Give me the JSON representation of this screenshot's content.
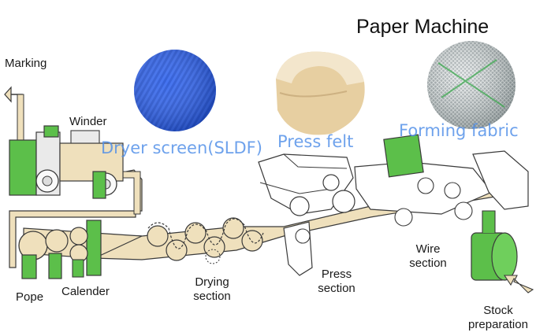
{
  "title": "Paper Machine",
  "fabrics": {
    "dryer": "Dryer screen(SLDF)",
    "press": "Press felt",
    "forming": "Forming fabric"
  },
  "sections": {
    "marking": "Marking",
    "winder": "Winder",
    "pope": "Pope",
    "calender": "Calender",
    "drying": [
      "Drying",
      "section"
    ],
    "press": [
      "Press",
      "section"
    ],
    "wire": [
      "Wire",
      "section"
    ],
    "stock": [
      "Stock",
      "preparation"
    ]
  },
  "colors": {
    "sheet": "#efe0bc",
    "frame_green": "#5cbf4a",
    "outline": "#3a3a3a",
    "dryer_fabric": "#1f4fd6",
    "press_felt": "#e6cfa4",
    "forming_fabric": "#9aa3a6",
    "overlay_text": "#4f8ee8"
  }
}
